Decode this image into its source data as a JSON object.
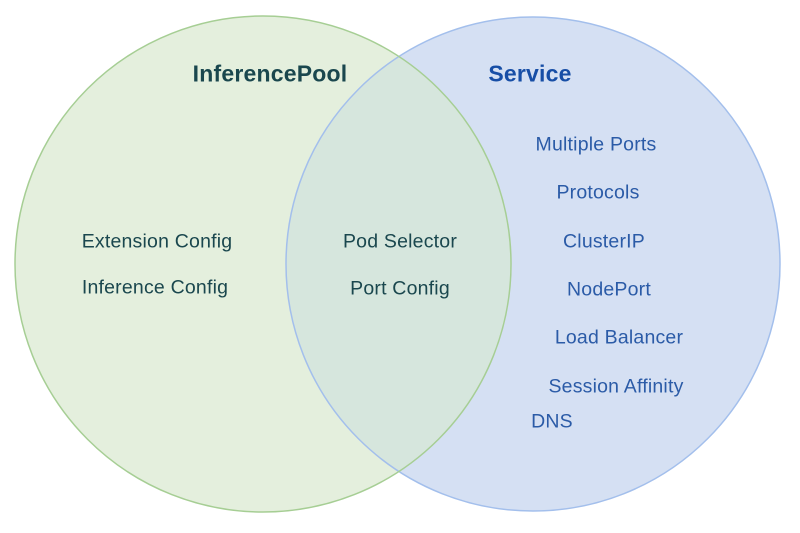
{
  "venn": {
    "left": {
      "title": "InferencePool",
      "items": [
        "Extension Config",
        "Inference Config"
      ]
    },
    "overlap": {
      "items": [
        "Pod Selector",
        "Port Config"
      ]
    },
    "right": {
      "title": "Service",
      "items": [
        "Multiple Ports",
        "Protocols",
        "ClusterIP",
        "NodePort",
        "Load Balancer",
        "Session Affinity",
        "DNS"
      ]
    },
    "colors": {
      "left_fill": "#e4efdd",
      "left_stroke": "#a6ce94",
      "right_fill": "#d5e0f3",
      "right_stroke": "#a3bfec",
      "overlap_fill": "#d6e6dd",
      "left_text": "#1a474e",
      "right_title": "#174ea6",
      "right_text": "#2b5ba7"
    }
  }
}
